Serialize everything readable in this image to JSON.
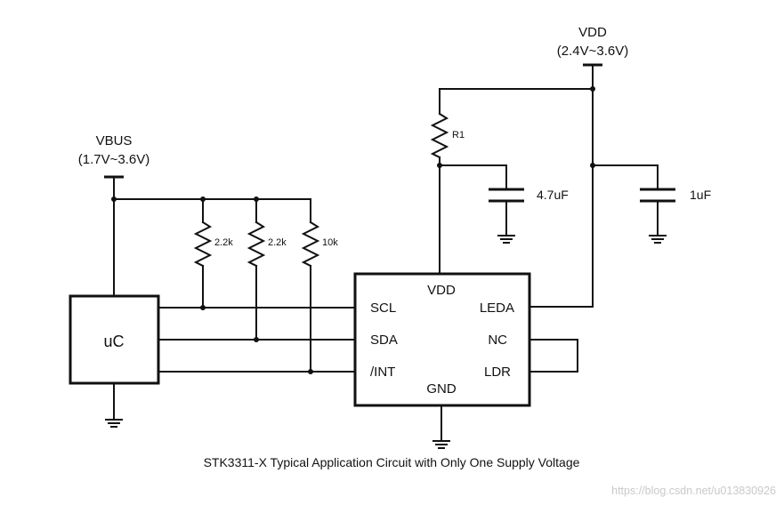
{
  "rails": {
    "vdd": {
      "name": "VDD",
      "range": "(2.4V~3.6V)"
    },
    "vbus": {
      "name": "VBUS",
      "range": "(1.7V~3.6V)"
    }
  },
  "components": {
    "r1": "R1",
    "r_scl": "2.2k",
    "r_sda": "2.2k",
    "r_int": "10k",
    "c1": "4.7uF",
    "c2": "1uF"
  },
  "mcu": {
    "label": "uC"
  },
  "chip": {
    "pins": {
      "vdd": "VDD",
      "gnd": "GND",
      "scl": "SCL",
      "sda": "SDA",
      "int": "/INT",
      "leda": "LEDA",
      "nc": "NC",
      "ldr": "LDR"
    }
  },
  "caption": "STK3311-X Typical Application Circuit with Only One Supply Voltage",
  "watermark": "https://blog.csdn.net/u013830926"
}
